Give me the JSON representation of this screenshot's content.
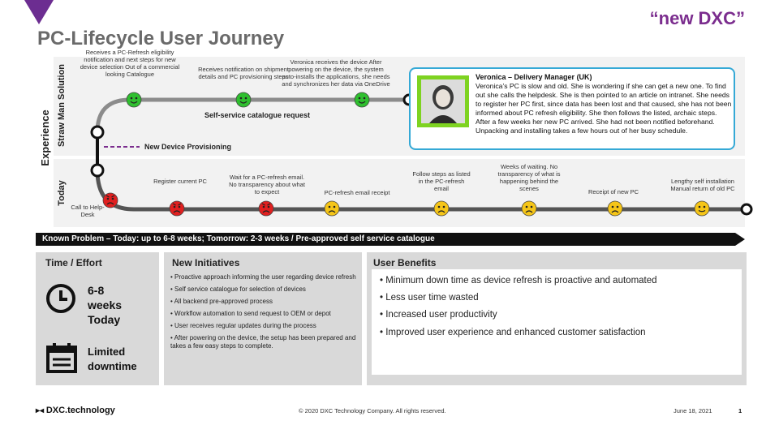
{
  "header": {
    "tagline": "“new DXC”",
    "title": "PC-Lifecycle User Journey"
  },
  "lanes": {
    "experience": "Experience",
    "straw_man": "Straw Man Solution",
    "today": "Today"
  },
  "straw_man_steps": [
    {
      "text": "Receives a PC-Refresh eligibility notification and next steps for new device selection Out of a commercial looking Catalogue",
      "mood": "happy"
    },
    {
      "text": "Receives notification on shipment details and PC provisioning steps",
      "mood": "happy"
    },
    {
      "text": "Veronica receives the device After powering on the device, the system auto-installs the applications, she needs and synchronizes her data via OneDrive",
      "mood": "happy"
    }
  ],
  "labels": {
    "self_service": "Self-service catalogue request",
    "new_provisioning": "New Device Provisioning"
  },
  "today_steps": [
    {
      "text": "Call to Help-Desk",
      "mood": "angry"
    },
    {
      "text": "Register current PC",
      "mood": "angry"
    },
    {
      "text": "Wait for a PC-refresh email. No transparency about what to expect",
      "mood": "angry"
    },
    {
      "text": "PC-refresh email receipt",
      "mood": "sad"
    },
    {
      "text": "Follow steps as listed in the PC-refresh email",
      "mood": "sad"
    },
    {
      "text": "Weeks of waiting. No transparency of what is happening behind the scenes",
      "mood": "sad"
    },
    {
      "text": "Receipt of new PC",
      "mood": "sad"
    },
    {
      "text": "Lengthy self installation Manual return of old PC",
      "mood": "neutral"
    }
  ],
  "persona": {
    "name": "Veronica – Delivery Manager (UK)",
    "description": "Veronica’s PC is slow and old. She is wondering if she can get a new one. To find out she calls the helpdesk. She is then pointed to an article on intranet. She needs to register her PC first, since data has been lost and that caused, she has not been informed about PC refresh eligibility. She then follows the listed, archaic steps. After a few weeks her new PC arrived. She had not been notified beforehand. Unpacking and installing takes a few hours out of her busy schedule."
  },
  "banner": "Known Problem – Today: up to 6-8 weeks; Tomorrow: 2-3 weeks / Pre-approved self service catalogue",
  "time_effort": {
    "heading": "Time / Effort",
    "time_line1": "6-8",
    "time_line2": "weeks",
    "time_line3": "Today",
    "effort_line1": "Limited",
    "effort_line2": "downtime"
  },
  "initiatives": {
    "heading": "New Initiatives",
    "items": [
      "Proactive approach informing the user regarding device refresh",
      "Self service catalogue for selection of devices",
      "All backend pre-approved process",
      "Workflow automation to send request to OEM or depot",
      "User receives regular updates during the process",
      "After powering on the device, the setup has been prepared and takes a few easy steps to complete."
    ]
  },
  "benefits": {
    "heading": "User Benefits",
    "items": [
      "Minimum down time as device refresh is proactive and automated",
      "Less user time wasted",
      "Increased user productivity",
      "Improved user experience and enhanced customer satisfaction"
    ]
  },
  "footer": {
    "brand": "DXC.technology",
    "copyright": "© 2020 DXC Technology Company. All rights reserved.",
    "date": "June 18, 2021",
    "page": "1"
  },
  "colors": {
    "accent_purple": "#7b2d8e",
    "happy": "#2fbf2f",
    "angry": "#e02020",
    "sad": "#f5c518",
    "persona_border": "#35a9d6",
    "track": "#8c8c8c"
  }
}
